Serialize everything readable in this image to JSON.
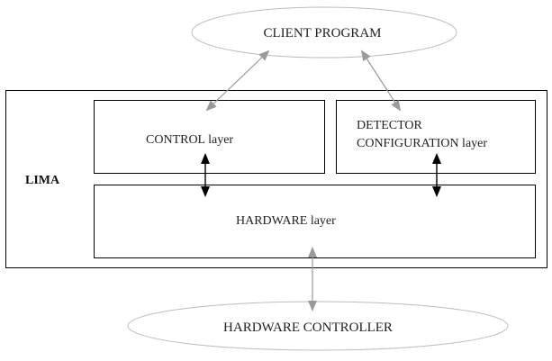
{
  "diagram": {
    "system_label": "LIMA",
    "client_program": "CLIENT PROGRAM",
    "control_layer": "CONTROL layer",
    "detector_config_line1": "DETECTOR",
    "detector_config_line2": "CONFIGURATION layer",
    "hardware_layer": "HARDWARE layer",
    "hardware_controller": "HARDWARE CONTROLLER"
  },
  "colors": {
    "grey_arrow": "#9a9a9a",
    "black_arrow": "#000000",
    "ellipse_stroke": "#bdbdbd",
    "box_stroke": "#000000"
  }
}
